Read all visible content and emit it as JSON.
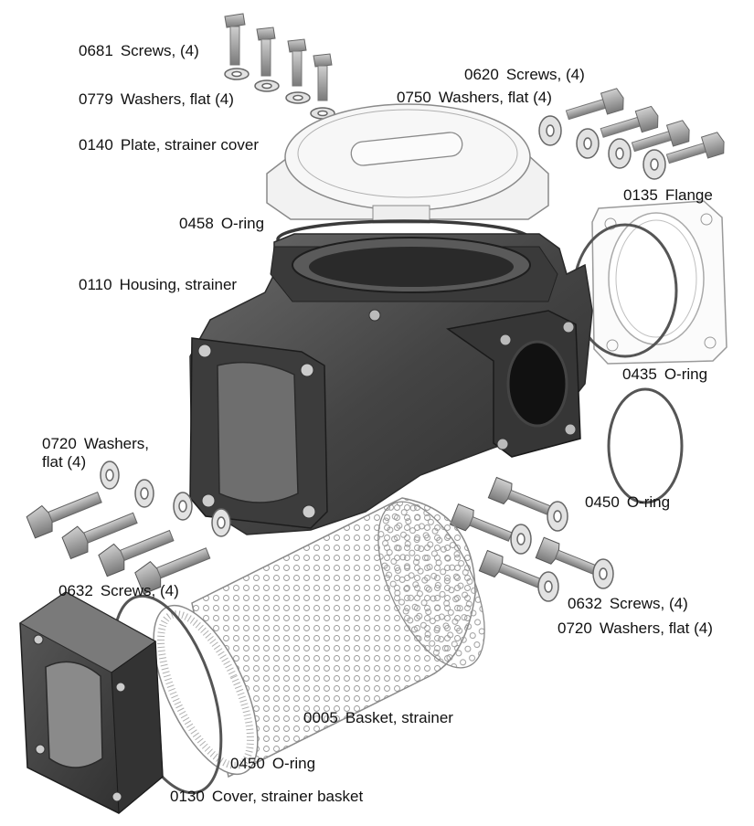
{
  "colors": {
    "housing": "#4a4a4a",
    "housing_dark": "#2a2a2a",
    "housing_light": "#777777",
    "outline": "#555555",
    "hardware": "#9a9a9a",
    "hardware_light": "#d6d6d6",
    "text": "#111111"
  },
  "parts": [
    {
      "id": "p0681",
      "part_no": "0681",
      "desc": "Screws, (4)"
    },
    {
      "id": "p0779",
      "part_no": "0779",
      "desc": "Washers, flat (4)"
    },
    {
      "id": "p0620",
      "part_no": "0620",
      "desc": "Screws, (4)"
    },
    {
      "id": "p0750",
      "part_no": "0750",
      "desc": "Washers, flat (4)"
    },
    {
      "id": "p0140",
      "part_no": "0140",
      "desc": "Plate, strainer cover"
    },
    {
      "id": "p0135",
      "part_no": "0135",
      "desc": "Flange"
    },
    {
      "id": "p0458",
      "part_no": "0458",
      "desc": "O-ring"
    },
    {
      "id": "p0110",
      "part_no": "0110",
      "desc": "Housing, strainer"
    },
    {
      "id": "p0435",
      "part_no": "0435",
      "desc": "O-ring"
    },
    {
      "id": "p0720a",
      "part_no": "0720",
      "desc": "Washers,",
      "desc2": "flat (4)"
    },
    {
      "id": "p0450a",
      "part_no": "0450",
      "desc": "O-ring"
    },
    {
      "id": "p0632a",
      "part_no": "0632",
      "desc": "Screws, (4)"
    },
    {
      "id": "p0632b",
      "part_no": "0632",
      "desc": "Screws, (4)"
    },
    {
      "id": "p0720b",
      "part_no": "0720",
      "desc": "Washers, flat (4)"
    },
    {
      "id": "p0005",
      "part_no": "0005",
      "desc": "Basket, strainer"
    },
    {
      "id": "p0450b",
      "part_no": "0450",
      "desc": "O-ring"
    },
    {
      "id": "p0130",
      "part_no": "0130",
      "desc": "Cover, strainer basket"
    }
  ]
}
